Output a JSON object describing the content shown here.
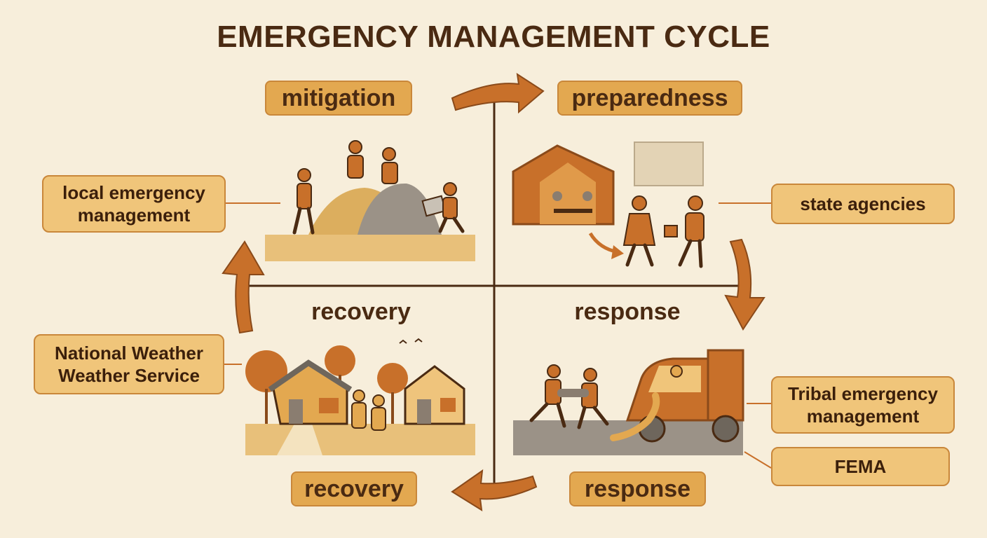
{
  "title": "EMERGENCY MANAGEMENT CYCLE",
  "phases": {
    "mitigation": "mitigation",
    "preparedness": "preparedness",
    "recovery_chip": "recovery",
    "response_chip": "response",
    "recovery_label": "recovery",
    "response_label": "response"
  },
  "agencies": {
    "local": "local emergency management",
    "state": "state agencies",
    "nws": "National Weather Weather Service",
    "tribal": "Tribal emergency management",
    "fema": "FEMA"
  },
  "colors": {
    "background": "#f7eedb",
    "accent": "#c8702a",
    "chip": "#e3a850",
    "box": "#f0c57a",
    "ink": "#4a2a12"
  }
}
